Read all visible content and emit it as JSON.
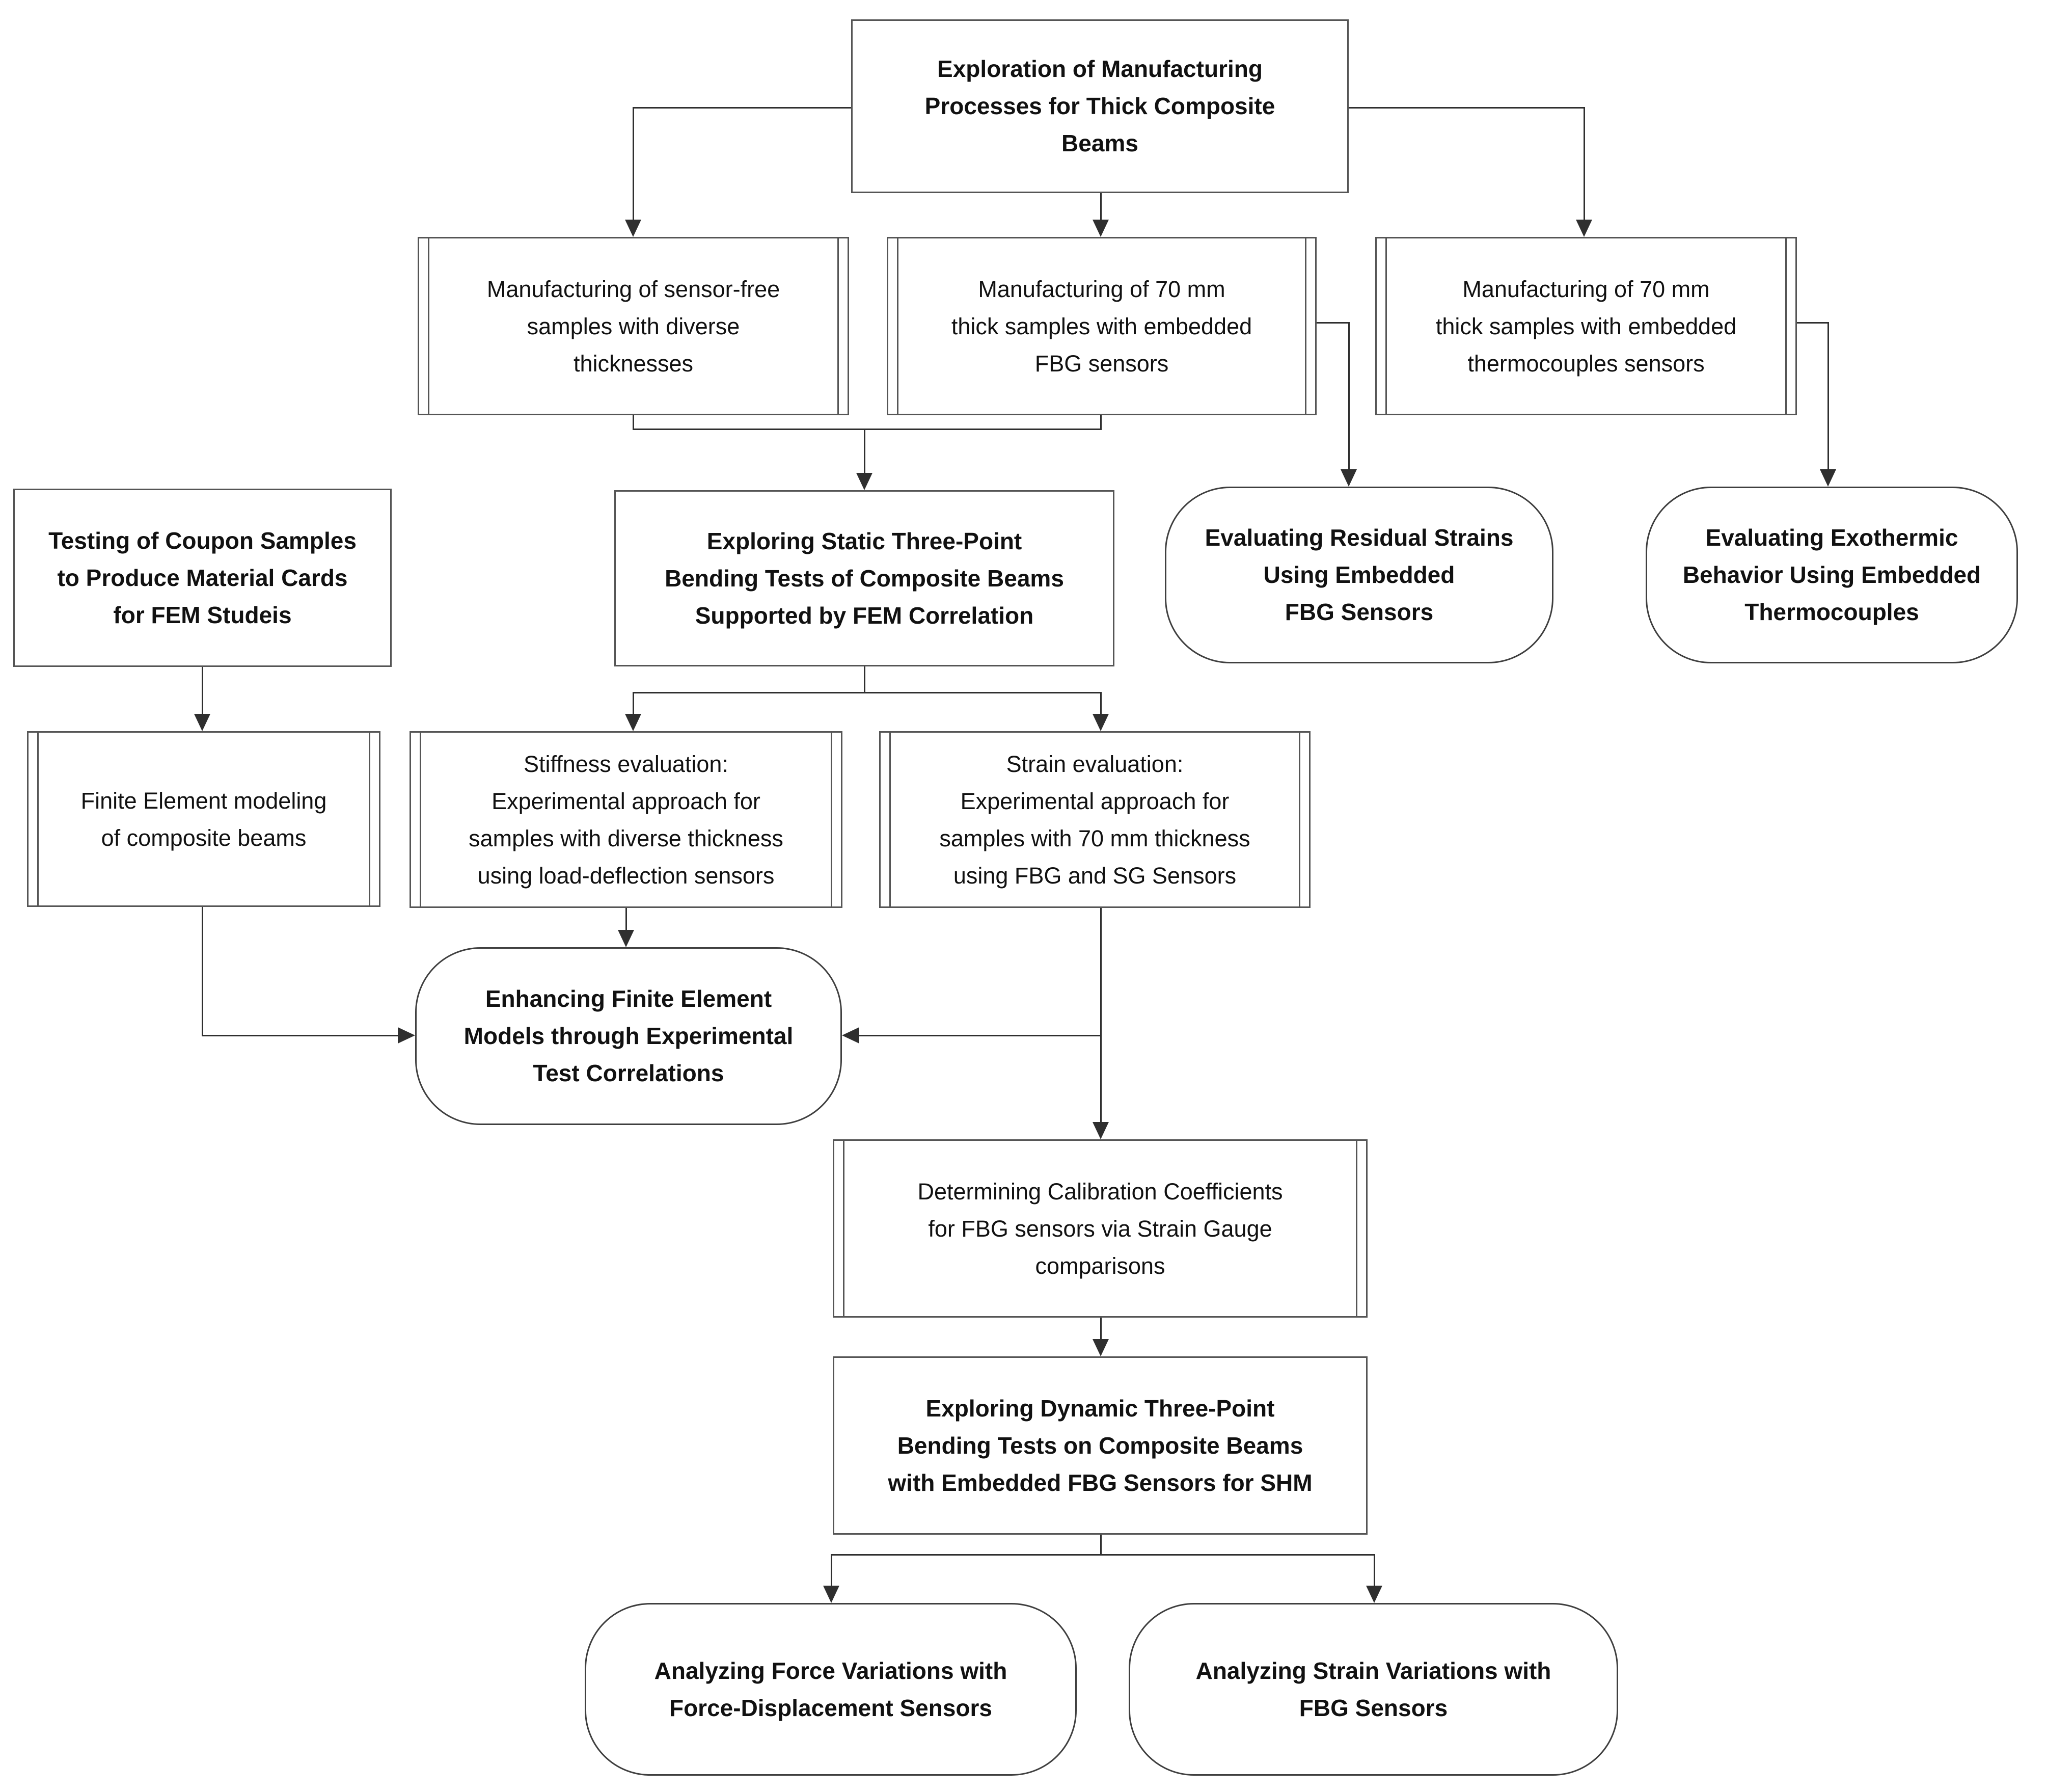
{
  "diagram": {
    "nodes": {
      "exploration": {
        "label": "Exploration of Manufacturing\nProcesses for Thick Composite\nBeams"
      },
      "mfg_sensor_free": {
        "label": "Manufacturing of sensor-free\nsamples with diverse\nthicknesses"
      },
      "mfg_fbg": {
        "label": "Manufacturing of 70 mm\nthick samples with embedded\nFBG sensors"
      },
      "mfg_thermocouples": {
        "label": "Manufacturing of 70 mm\nthick samples with embedded\nthermocouples sensors"
      },
      "coupon_testing": {
        "label": "Testing of Coupon Samples\nto Produce Material Cards\nfor FEM Studeis"
      },
      "static_bending": {
        "label": "Exploring Static Three-Point\nBending Tests of Composite Beams\nSupported by FEM Correlation"
      },
      "residual_strains": {
        "label": "Evaluating Residual Strains\nUsing Embedded\nFBG Sensors"
      },
      "exothermic": {
        "label": "Evaluating Exothermic\nBehavior Using Embedded\nThermocouples"
      },
      "fem_modeling": {
        "label": "Finite Element modeling\nof composite beams"
      },
      "stiffness_eval": {
        "label": "Stiffness evaluation:\nExperimental approach for\nsamples with diverse thickness\nusing load-deflection sensors"
      },
      "strain_eval": {
        "label": "Strain evaluation:\nExperimental approach for\nsamples with 70 mm thickness\nusing FBG and SG Sensors"
      },
      "enhancing_fem": {
        "label": "Enhancing Finite Element\nModels through Experimental\nTest Correlations"
      },
      "calibration": {
        "label": "Determining Calibration Coefficients\nfor FBG sensors via Strain Gauge\ncomparisons"
      },
      "dynamic_bending": {
        "label": "Exploring Dynamic Three-Point\nBending Tests on Composite Beams\nwith Embedded FBG Sensors for SHM"
      },
      "force_variations": {
        "label": "Analyzing Force Variations with\nForce-Displacement Sensors"
      },
      "strain_variations": {
        "label": "Analyzing Strain Variations with\nFBG Sensors"
      }
    },
    "colors": {
      "background": "#ffffff",
      "box_border": "#555555",
      "rounded_border": "#3f3f3f",
      "connector": "#2f2f2f",
      "text": "#111111"
    }
  }
}
